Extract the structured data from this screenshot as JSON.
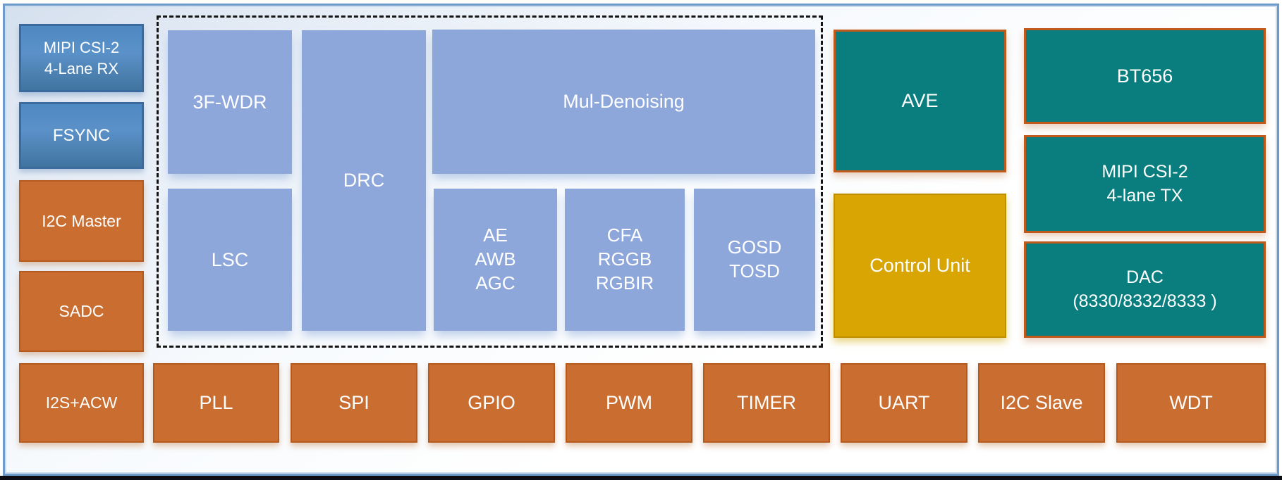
{
  "colors": {
    "blue_block": "#4f89c2",
    "orange_block": "#c96e30",
    "periwinkle_block": "#8ea7db",
    "teal_block": "#0a7e7f",
    "gold_block": "#d8a503",
    "teal_border": "#c05a1c",
    "frame_border": "#6f9bca",
    "dashed_border": "#141414",
    "bottom_bar": "#0c0d15"
  },
  "left_column": {
    "mipi_rx": {
      "lines": [
        "MIPI CSI-2",
        "4-Lane RX"
      ]
    },
    "fsync": {
      "label": "FSYNC"
    },
    "i2c_master": {
      "label": "I2C Master"
    },
    "sadc": {
      "label": "SADC"
    }
  },
  "isp_group": {
    "wdr": {
      "label": "3F-WDR"
    },
    "drc": {
      "label": "DRC"
    },
    "mul_denoising": {
      "label": "Mul-Denoising"
    },
    "lsc": {
      "label": "LSC"
    },
    "ae_awb_agc": {
      "lines": [
        "AE",
        "AWB",
        "AGC"
      ]
    },
    "cfa": {
      "lines": [
        "CFA",
        "RGGB",
        "RGBIR"
      ]
    },
    "gosd": {
      "lines": [
        "GOSD",
        "TOSD"
      ]
    }
  },
  "video_out": {
    "ave": {
      "label": "AVE"
    },
    "control_unit": {
      "label": "Control Unit"
    },
    "bt656": {
      "label": "BT656"
    },
    "mipi_tx": {
      "lines": [
        "MIPI CSI-2",
        "4-lane TX"
      ]
    },
    "dac": {
      "lines": [
        "DAC",
        "(8330/8332/8333 )"
      ]
    }
  },
  "peripherals": {
    "i2s_acw": {
      "label": "I2S+ACW"
    },
    "pll": {
      "label": "PLL"
    },
    "spi": {
      "label": "SPI"
    },
    "gpio": {
      "label": "GPIO"
    },
    "pwm": {
      "label": "PWM"
    },
    "timer": {
      "label": "TIMER"
    },
    "uart": {
      "label": "UART"
    },
    "i2c_slave": {
      "label": "I2C Slave"
    },
    "wdt": {
      "label": "WDT"
    }
  }
}
